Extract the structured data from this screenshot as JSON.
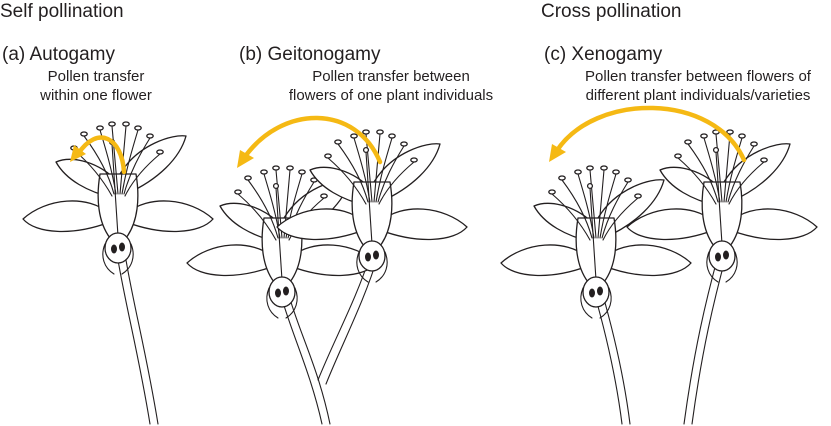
{
  "headings": {
    "self": "Self pollination",
    "cross": "Cross pollination"
  },
  "panels": [
    {
      "label": "(a)  Autogamy",
      "desc_line1": "Pollen transfer",
      "desc_line2": "within one flower"
    },
    {
      "label": "(b)  Geitonogamy",
      "desc_line1": "Pollen transfer between",
      "desc_line2": "flowers of one plant individuals"
    },
    {
      "label": "(c)  Xenogamy",
      "desc_line1": "Pollen transfer between flowers of",
      "desc_line2": "different plant individuals/varieties"
    }
  ],
  "colors": {
    "arrow": "#f5b914",
    "line": "#231f20",
    "background": "#ffffff"
  },
  "icons": [
    "curved-arrow-icon",
    "flower-illustration"
  ]
}
